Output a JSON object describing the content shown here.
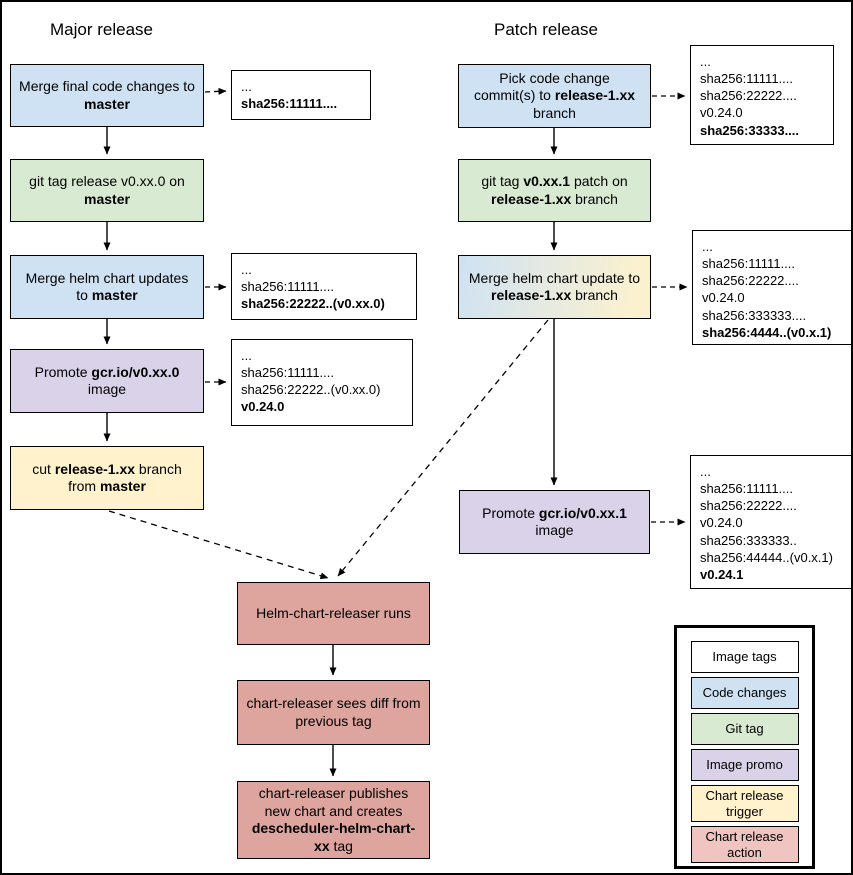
{
  "titles": {
    "major": "Major release",
    "patch": "Patch release"
  },
  "palette": {
    "image_tags": "#ffffff",
    "code_changes": "#cfe2f3",
    "git_tag": "#d9ead3",
    "image_promo": "#d9d2e9",
    "chart_release_trigger": "#fff2cc",
    "chart_release_action": "#dda59e",
    "legend_chart_release_action": "#f0c5c1",
    "line": "#000000"
  },
  "major": {
    "steps": [
      {
        "id": "merge-final-code",
        "bg": "#cfe2f3",
        "label": [
          {
            "t": "Merge final code changes to ",
            "b": false
          },
          {
            "t": "master",
            "b": true
          }
        ]
      },
      {
        "id": "git-tag-release",
        "bg": "#d9ead3",
        "label": [
          {
            "t": "git tag release v0.xx.0 on ",
            "b": false
          },
          {
            "t": "master",
            "b": true
          }
        ]
      },
      {
        "id": "merge-helm-chart",
        "bg": "#cfe2f3",
        "label": [
          {
            "t": "Merge helm chart updates to ",
            "b": false
          },
          {
            "t": "master",
            "b": true
          }
        ]
      },
      {
        "id": "promote-image",
        "bg": "#d9d2e9",
        "label": [
          {
            "t": "Promote ",
            "b": false
          },
          {
            "t": "gcr.io/v0.xx.0",
            "b": true
          },
          {
            "t": " image",
            "b": false
          }
        ]
      },
      {
        "id": "cut-branch",
        "bg": "#fff2cc",
        "label": [
          {
            "t": "cut ",
            "b": false
          },
          {
            "t": "release-1.xx",
            "b": true
          },
          {
            "t": " branch from ",
            "b": false
          },
          {
            "t": "master",
            "b": true
          }
        ]
      }
    ],
    "notes": [
      {
        "lines": [
          {
            "t": "...",
            "b": false
          },
          {
            "t": "sha256:11111....",
            "b": true
          }
        ]
      },
      {
        "lines": [
          {
            "t": "...",
            "b": false
          },
          {
            "t": "sha256:11111....",
            "b": false
          },
          {
            "t": "sha256:22222..(v0.xx.0)",
            "b": true
          }
        ]
      },
      {
        "lines": [
          {
            "t": "...",
            "b": false
          },
          {
            "t": "sha256:11111....",
            "b": false
          },
          {
            "t": "sha256:22222..(v0.xx.0)",
            "b": false
          },
          {
            "t": "v0.24.0",
            "b": true
          }
        ]
      }
    ]
  },
  "patch": {
    "steps": [
      {
        "id": "pick-commits",
        "bg": "#cfe2f3",
        "label": [
          {
            "t": "Pick code change commit(s) to ",
            "b": false
          },
          {
            "t": "release-1.xx",
            "b": true
          },
          {
            "t": " branch",
            "b": false
          }
        ]
      },
      {
        "id": "git-tag-patch",
        "bg": "#d9ead3",
        "label": [
          {
            "t": "git tag ",
            "b": false
          },
          {
            "t": "v0.xx.1",
            "b": true
          },
          {
            "t": " patch on ",
            "b": false
          },
          {
            "t": "release-1.xx",
            "b": true
          },
          {
            "t": " branch",
            "b": false
          }
        ]
      },
      {
        "id": "merge-helm-update",
        "bg": {
          "from": "#cfe2f3",
          "to": "#fbf1cf"
        },
        "label": [
          {
            "t": "Merge helm chart update to ",
            "b": false
          },
          {
            "t": "release-1.xx",
            "b": true
          },
          {
            "t": " branch",
            "b": false
          }
        ]
      },
      {
        "id": "promote-patch-image",
        "bg": "#d9d2e9",
        "label": [
          {
            "t": "Promote ",
            "b": false
          },
          {
            "t": "gcr.io/v0.xx.1",
            "b": true
          },
          {
            "t": " image",
            "b": false
          }
        ]
      }
    ],
    "notes": [
      {
        "lines": [
          {
            "t": "...",
            "b": false
          },
          {
            "t": "sha256:11111....",
            "b": false
          },
          {
            "t": "sha256:22222....",
            "b": false
          },
          {
            "t": "v0.24.0",
            "b": false
          },
          {
            "t": "sha256:33333....",
            "b": true
          }
        ]
      },
      {
        "lines": [
          {
            "t": "...",
            "b": false
          },
          {
            "t": "sha256:11111....",
            "b": false
          },
          {
            "t": "sha256:22222....",
            "b": false
          },
          {
            "t": "v0.24.0",
            "b": false
          },
          {
            "t": "sha256:333333....",
            "b": false
          },
          {
            "t": "sha256:4444..(v0.x.1)",
            "b": true
          }
        ]
      },
      {
        "lines": [
          {
            "t": "...",
            "b": false
          },
          {
            "t": "sha256:11111....",
            "b": false
          },
          {
            "t": "sha256:22222....",
            "b": false
          },
          {
            "t": "v0.24.0",
            "b": false
          },
          {
            "t": "sha256:333333..",
            "b": false
          },
          {
            "t": "sha256:44444..(v0.x.1)",
            "b": false
          },
          {
            "t": "v0.24.1",
            "b": true
          }
        ]
      }
    ]
  },
  "release_action": {
    "steps": [
      {
        "id": "releaser-runs",
        "bg": "#dda59e",
        "label": [
          {
            "t": "Helm-chart-releaser runs",
            "b": false
          }
        ]
      },
      {
        "id": "releaser-sees-diff",
        "bg": "#dda59e",
        "label": [
          {
            "t": "chart-releaser sees diff from previous tag",
            "b": false
          }
        ]
      },
      {
        "id": "releaser-publishes",
        "bg": "#dda59e",
        "label": [
          {
            "t": "chart-releaser publishes new chart and creates ",
            "b": false
          },
          {
            "t": "descheduler-helm-chart-xx",
            "b": true
          },
          {
            "t": " tag",
            "b": false
          }
        ]
      }
    ]
  },
  "legend": {
    "items": [
      {
        "label": "Image tags",
        "color": "#ffffff"
      },
      {
        "label": "Code changes",
        "color": "#cfe2f3"
      },
      {
        "label": "Git tag",
        "color": "#d9ead3"
      },
      {
        "label": "Image promo",
        "color": "#d9d2e9"
      },
      {
        "label": "Chart release trigger",
        "color": "#fff2cc"
      },
      {
        "label": "Chart release action",
        "color": "#f0c5c1"
      }
    ]
  }
}
